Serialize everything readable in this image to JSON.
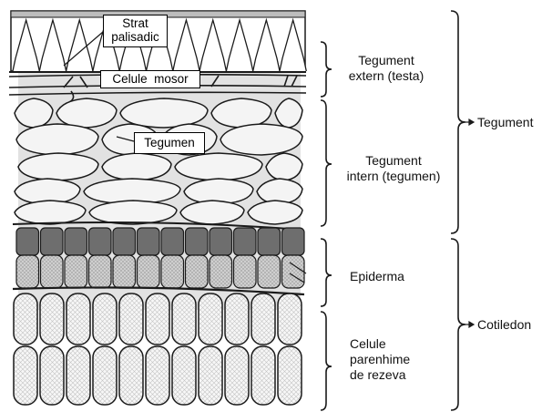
{
  "labels": {
    "strat_palisadic": [
      "Strat",
      "palisadic"
    ],
    "celule_mosor": "Celule  mosor",
    "tegumen": "Tegumen",
    "tegument_extern": [
      "Tegument",
      "extern (testa)"
    ],
    "tegument_intern": [
      "Tegument",
      "intern (tegumen)"
    ],
    "epiderma": "Epiderma",
    "celule_parenhime": [
      "Celule",
      "parenhime",
      "de rezeva"
    ],
    "tegument": "Tegument",
    "cotiledon": "Cotiledon"
  },
  "colors": {
    "outline": "#1a1a1a",
    "background_grey": "#e2e2e2",
    "epidermis_dark": "#6e6e6e",
    "epidermis_light": "#c9c9c9",
    "parenchyma_fill": "#f4f4f4"
  }
}
